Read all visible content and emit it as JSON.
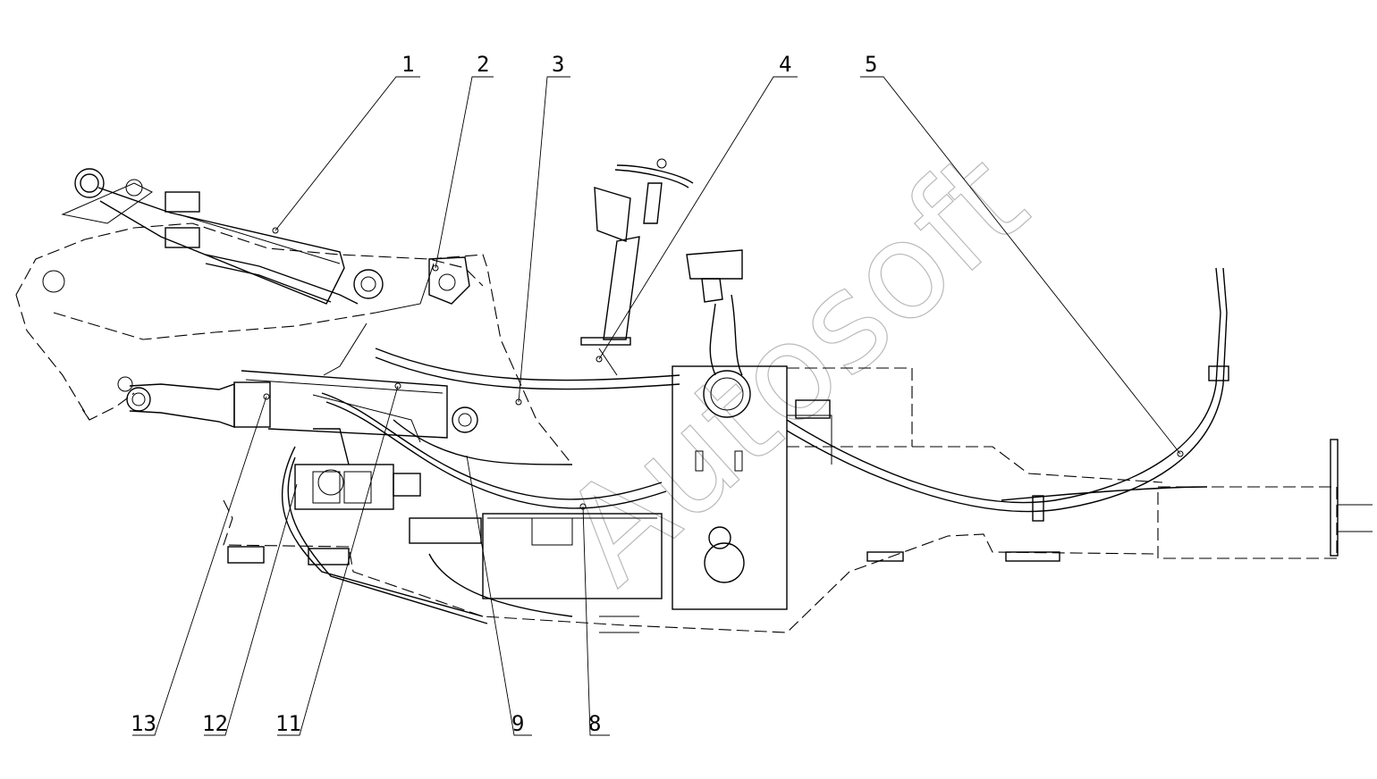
{
  "watermark": "Autosoft",
  "callouts": [
    {
      "id": "1",
      "label": "1"
    },
    {
      "id": "2",
      "label": "2"
    },
    {
      "id": "3",
      "label": "3"
    },
    {
      "id": "4",
      "label": "4"
    },
    {
      "id": "5",
      "label": "5"
    },
    {
      "id": "8",
      "label": "8"
    },
    {
      "id": "9",
      "label": "9"
    },
    {
      "id": "11",
      "label": "11"
    },
    {
      "id": "12",
      "label": "12"
    },
    {
      "id": "13",
      "label": "13"
    }
  ]
}
